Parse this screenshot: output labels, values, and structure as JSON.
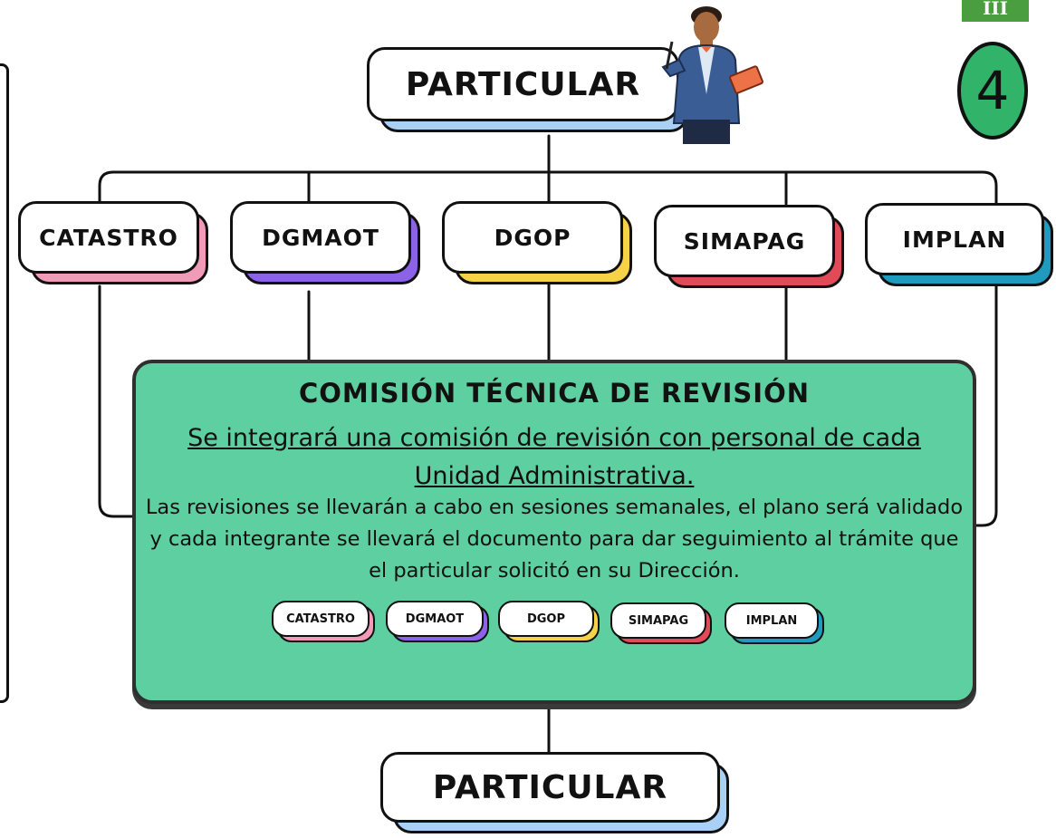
{
  "top_node": {
    "label": "PARTICULAR"
  },
  "bottom_node": {
    "label": "PARTICULAR"
  },
  "badge": {
    "value": "4"
  },
  "corner_tag": {
    "text": "III"
  },
  "departments": [
    {
      "label": "CATASTRO",
      "color": "#f29bb8"
    },
    {
      "label": "DGMAOT",
      "color": "#8b62e8"
    },
    {
      "label": "DGOP",
      "color": "#f6d249"
    },
    {
      "label": "SIMAPAG",
      "color": "#e14b58"
    },
    {
      "label": "IMPLAN",
      "color": "#1e9bbf"
    }
  ],
  "commission": {
    "title": "COMISIÓN TÉCNICA DE REVISIÓN",
    "subtitle": "Se integrará una comisión de revisión con personal de cada Unidad Administrativa.",
    "body": "Las revisiones se llevarán a cabo en sesiones semanales, el plano será validado y cada integrante se llevará el documento para dar seguimiento al trámite que el particular solicitó en su Dirección."
  },
  "colors": {
    "commission_fill": "#5ecfa0",
    "particular_shadow": "#a9d1f5",
    "badge": "#31b36a"
  },
  "illustration": "teacher-with-pointer"
}
